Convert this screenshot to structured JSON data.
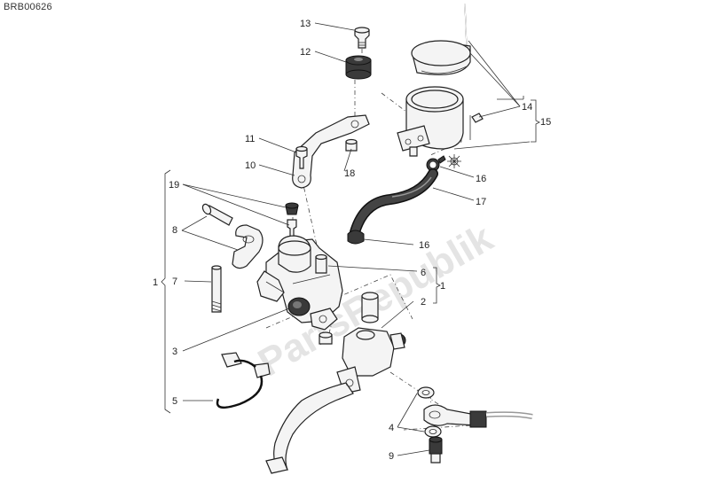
{
  "diagram": {
    "code": "BRB00626",
    "watermark": "PartsRepublik",
    "callouts": [
      {
        "id": "c13",
        "label": "13"
      },
      {
        "id": "c12",
        "label": "12"
      },
      {
        "id": "c14",
        "label": "14"
      },
      {
        "id": "c15",
        "label": "15"
      },
      {
        "id": "c11",
        "label": "11"
      },
      {
        "id": "c18",
        "label": "18"
      },
      {
        "id": "c10",
        "label": "10"
      },
      {
        "id": "c16a",
        "label": "16"
      },
      {
        "id": "c19",
        "label": "19"
      },
      {
        "id": "c17",
        "label": "17"
      },
      {
        "id": "c8",
        "label": "8"
      },
      {
        "id": "c16b",
        "label": "16"
      },
      {
        "id": "c6",
        "label": "6"
      },
      {
        "id": "c1a",
        "label": "1"
      },
      {
        "id": "c7",
        "label": "7"
      },
      {
        "id": "c1b",
        "label": "1"
      },
      {
        "id": "c2",
        "label": "2"
      },
      {
        "id": "c3",
        "label": "3"
      },
      {
        "id": "c5",
        "label": "5"
      },
      {
        "id": "c4",
        "label": "4"
      },
      {
        "id": "c9",
        "label": "9"
      }
    ]
  }
}
